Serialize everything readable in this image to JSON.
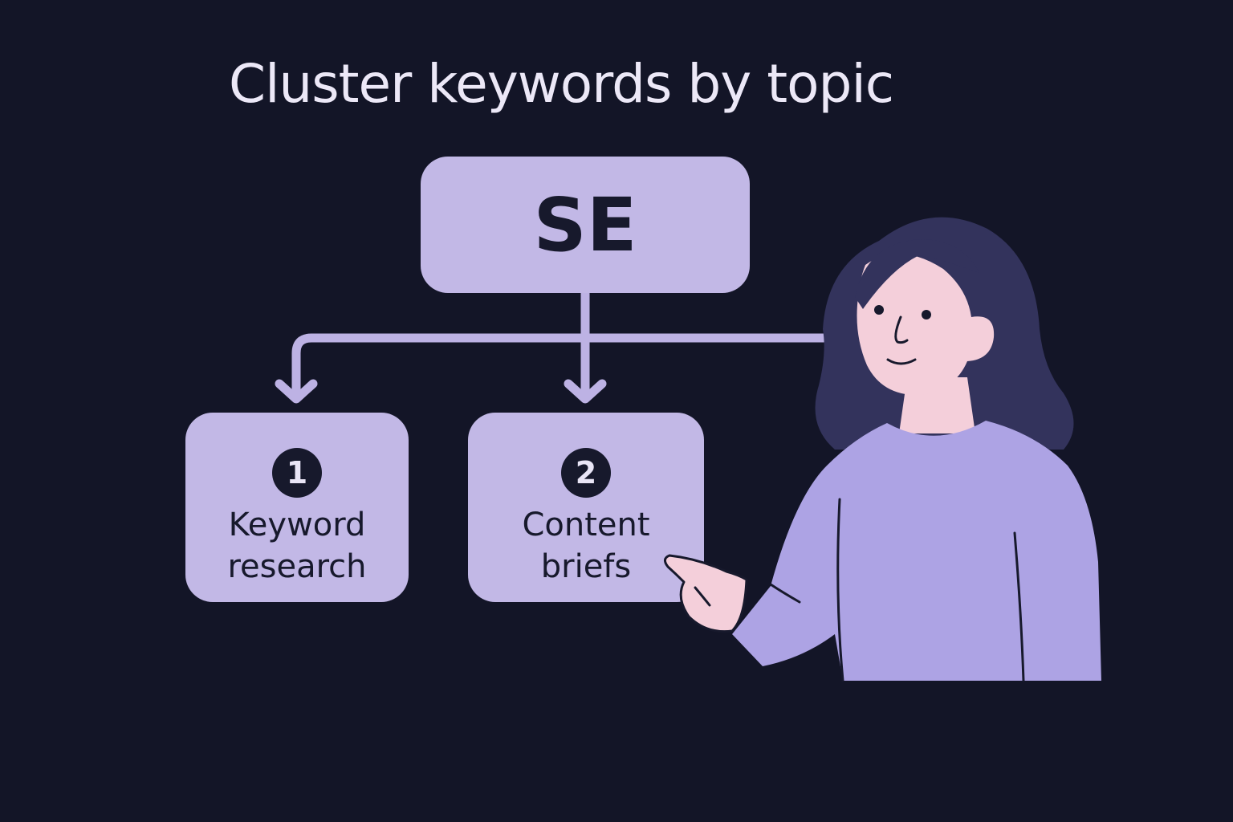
{
  "title": "Cluster keywords by topic",
  "diagram": {
    "root": {
      "label": "SE"
    },
    "children": [
      {
        "number": "1",
        "line1": "Keyword",
        "line2": "research"
      },
      {
        "number": "2",
        "line1": "Content",
        "line2": "briefs"
      }
    ]
  },
  "colors": {
    "background": "#131527",
    "box": "#c2b8e6",
    "connector": "#bdb2e4",
    "text_dark": "#17192c",
    "title_text": "#ece8f7",
    "hair": "#33335c",
    "skin": "#f4cfda",
    "shirt": "#ada3e4"
  },
  "illustration": {
    "subject": "woman-pointing-illustration"
  }
}
